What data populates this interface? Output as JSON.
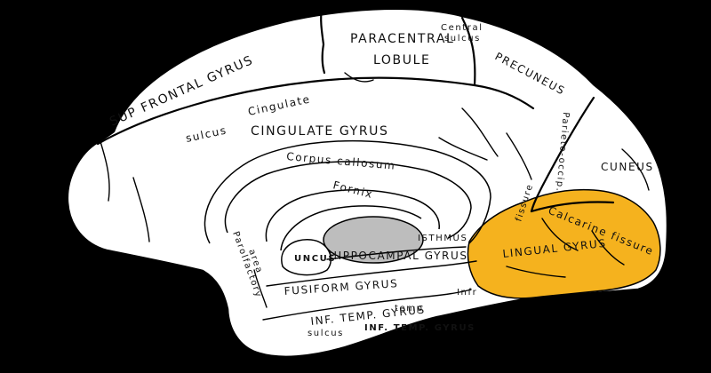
{
  "colors": {
    "background": "#000000",
    "brain": "#ffffff",
    "outline": "#000000",
    "highlight": "#f5b21e",
    "thalamus": "#bdbdbd"
  },
  "highlighted_region": "Lingual gyrus",
  "labels": {
    "sup_frontal": "SUP FRONTAL GYRUS",
    "central_sulcus_1": "Central",
    "central_sulcus_2": "sulcus",
    "paracentral_1": "PARACENTRAL",
    "paracentral_2": "LOBULE",
    "precuneus": "PRECUNEUS",
    "parieto_occip": "Parieto-occip.",
    "cuneus": "CUNEUS",
    "cingulate_sulcus_1": "Cingulate",
    "cingulate_sulcus_2": "sulcus",
    "cingulate_gyrus": "CINGULATE GYRUS",
    "corpus_callosum": "Corpus callosum",
    "fornix": "Fornix",
    "fissure": "fissure",
    "calcarine_fissure": "Calcarine fissure",
    "isthmus": "ISTHMUS",
    "lingual_gyrus": "LINGUAL GYRUS",
    "parolfactory_1": "Parolfactory",
    "parolfactory_2": "area",
    "uncus": "UNCUS",
    "hippocampal_gyrus": "HIPPOCAMPAL GYRUS",
    "fusiform_gyrus": "FUSIFORM GYRUS",
    "infr": "Infr",
    "temp": "temp",
    "inf_temp_gyrus": "INF. TEMP. GYRUS",
    "sulcus_bottom": "sulcus"
  }
}
